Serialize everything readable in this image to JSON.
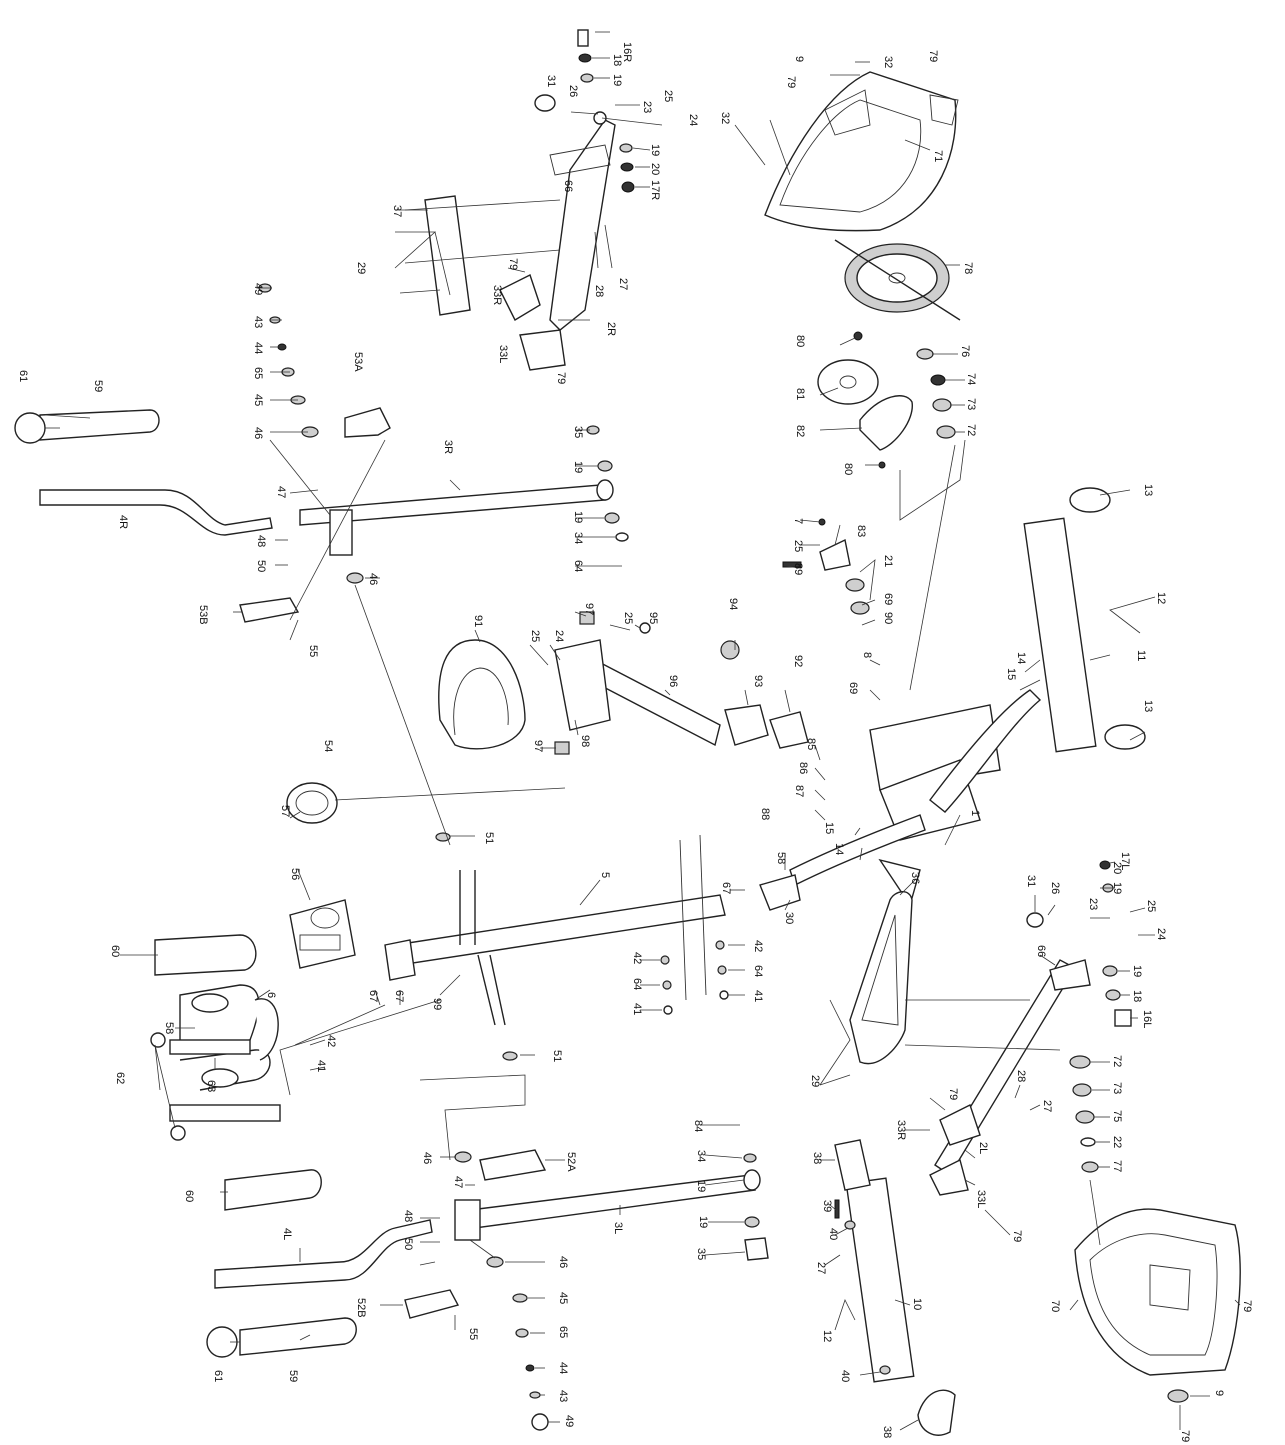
{
  "labels": [
    {
      "id": "l-16R",
      "text": "16R"
    },
    {
      "id": "l-18",
      "text": "18"
    },
    {
      "id": "l-19a",
      "text": "19"
    },
    {
      "id": "l-31a",
      "text": "31"
    },
    {
      "id": "l-26a",
      "text": "26"
    },
    {
      "id": "l-25a",
      "text": "25"
    },
    {
      "id": "l-24a",
      "text": "24"
    },
    {
      "id": "l-23a",
      "text": "23"
    },
    {
      "id": "l-19b",
      "text": "19"
    },
    {
      "id": "l-20a",
      "text": "20"
    },
    {
      "id": "l-17R",
      "text": "17R"
    },
    {
      "id": "l-66a",
      "text": "66"
    },
    {
      "id": "l-37",
      "text": "37"
    },
    {
      "id": "l-29a",
      "text": "29"
    },
    {
      "id": "l-79a",
      "text": "79"
    },
    {
      "id": "l-33Ra",
      "text": "33R"
    },
    {
      "id": "l-28a",
      "text": "28"
    },
    {
      "id": "l-27a",
      "text": "27"
    },
    {
      "id": "l-2R",
      "text": "2R"
    },
    {
      "id": "l-33La",
      "text": "33L"
    },
    {
      "id": "l-79b",
      "text": "79"
    },
    {
      "id": "l-9a",
      "text": "9"
    },
    {
      "id": "l-32a",
      "text": "32"
    },
    {
      "id": "l-79c",
      "text": "79"
    },
    {
      "id": "l-79d",
      "text": "79"
    },
    {
      "id": "l-32b",
      "text": "32"
    },
    {
      "id": "l-71",
      "text": "71"
    },
    {
      "id": "l-78",
      "text": "78"
    },
    {
      "id": "l-80a",
      "text": "80"
    },
    {
      "id": "l-81",
      "text": "81"
    },
    {
      "id": "l-82",
      "text": "82"
    },
    {
      "id": "l-80b",
      "text": "80"
    },
    {
      "id": "l-76",
      "text": "76"
    },
    {
      "id": "l-74",
      "text": "74"
    },
    {
      "id": "l-73a",
      "text": "73"
    },
    {
      "id": "l-72a",
      "text": "72"
    },
    {
      "id": "l-49a",
      "text": "49"
    },
    {
      "id": "l-43a",
      "text": "43"
    },
    {
      "id": "l-44a",
      "text": "44"
    },
    {
      "id": "l-65a",
      "text": "65"
    },
    {
      "id": "l-45a",
      "text": "45"
    },
    {
      "id": "l-46a",
      "text": "46"
    },
    {
      "id": "l-53A",
      "text": "53A"
    },
    {
      "id": "l-61a",
      "text": "61"
    },
    {
      "id": "l-59a",
      "text": "59"
    },
    {
      "id": "l-4R",
      "text": "4R"
    },
    {
      "id": "l-47a",
      "text": "47"
    },
    {
      "id": "l-3R",
      "text": "3R"
    },
    {
      "id": "l-35a",
      "text": "35"
    },
    {
      "id": "l-19c",
      "text": "19"
    },
    {
      "id": "l-19d",
      "text": "19"
    },
    {
      "id": "l-34a",
      "text": "34"
    },
    {
      "id": "l-64a",
      "text": "64"
    },
    {
      "id": "l-48a",
      "text": "48"
    },
    {
      "id": "l-50a",
      "text": "50"
    },
    {
      "id": "l-46b",
      "text": "46"
    },
    {
      "id": "l-53B",
      "text": "53B"
    },
    {
      "id": "l-55a",
      "text": "55"
    },
    {
      "id": "l-91",
      "text": "91"
    },
    {
      "id": "l-97a",
      "text": "97"
    },
    {
      "id": "l-25b",
      "text": "25"
    },
    {
      "id": "l-24b",
      "text": "24"
    },
    {
      "id": "l-25c",
      "text": "25"
    },
    {
      "id": "l-95",
      "text": "95"
    },
    {
      "id": "l-96",
      "text": "96"
    },
    {
      "id": "l-94",
      "text": "94"
    },
    {
      "id": "l-93",
      "text": "93"
    },
    {
      "id": "l-92",
      "text": "92"
    },
    {
      "id": "l-97b",
      "text": "97"
    },
    {
      "id": "l-98",
      "text": "98"
    },
    {
      "id": "l-7",
      "text": "7"
    },
    {
      "id": "l-25d",
      "text": "25"
    },
    {
      "id": "l-83",
      "text": "83"
    },
    {
      "id": "l-89",
      "text": "89"
    },
    {
      "id": "l-21",
      "text": "21"
    },
    {
      "id": "l-69a",
      "text": "69"
    },
    {
      "id": "l-90",
      "text": "90"
    },
    {
      "id": "l-13a",
      "text": "13"
    },
    {
      "id": "l-12a",
      "text": "12"
    },
    {
      "id": "l-14a",
      "text": "14"
    },
    {
      "id": "l-15a",
      "text": "15"
    },
    {
      "id": "l-11",
      "text": "11"
    },
    {
      "id": "l-13b",
      "text": "13"
    },
    {
      "id": "l-8",
      "text": "8"
    },
    {
      "id": "l-69b",
      "text": "69"
    },
    {
      "id": "l-85",
      "text": "85"
    },
    {
      "id": "l-86",
      "text": "86"
    },
    {
      "id": "l-87",
      "text": "87"
    },
    {
      "id": "l-88",
      "text": "88"
    },
    {
      "id": "l-54",
      "text": "54"
    },
    {
      "id": "l-57a",
      "text": "57"
    },
    {
      "id": "l-51a",
      "text": "51"
    },
    {
      "id": "l-15b",
      "text": "15"
    },
    {
      "id": "l-14b",
      "text": "14"
    },
    {
      "id": "l-1",
      "text": "1"
    },
    {
      "id": "l-58a",
      "text": "58"
    },
    {
      "id": "l-30",
      "text": "30"
    },
    {
      "id": "l-67a",
      "text": "67"
    },
    {
      "id": "l-5",
      "text": "5"
    },
    {
      "id": "l-42a",
      "text": "42"
    },
    {
      "id": "l-42b",
      "text": "42"
    },
    {
      "id": "l-64b",
      "text": "64"
    },
    {
      "id": "l-64c",
      "text": "64"
    },
    {
      "id": "l-41a",
      "text": "41"
    },
    {
      "id": "l-41b",
      "text": "41"
    },
    {
      "id": "l-56",
      "text": "56"
    },
    {
      "id": "l-60a",
      "text": "60"
    },
    {
      "id": "l-6",
      "text": "6"
    },
    {
      "id": "l-58b",
      "text": "58"
    },
    {
      "id": "l-67b",
      "text": "67"
    },
    {
      "id": "l-67c",
      "text": "67"
    },
    {
      "id": "l-99",
      "text": "99"
    },
    {
      "id": "l-62",
      "text": "62"
    },
    {
      "id": "l-63",
      "text": "63"
    },
    {
      "id": "l-42c",
      "text": "42"
    },
    {
      "id": "l-41c",
      "text": "41"
    },
    {
      "id": "l-51b",
      "text": "51"
    },
    {
      "id": "l-31b",
      "text": "31"
    },
    {
      "id": "l-26b",
      "text": "26"
    },
    {
      "id": "l-17L",
      "text": "17L"
    },
    {
      "id": "l-20b",
      "text": "20"
    },
    {
      "id": "l-19e",
      "text": "19"
    },
    {
      "id": "l-23b",
      "text": "23"
    },
    {
      "id": "l-25e",
      "text": "25"
    },
    {
      "id": "l-24c",
      "text": "24"
    },
    {
      "id": "l-66b",
      "text": "66"
    },
    {
      "id": "l-19f",
      "text": "19"
    },
    {
      "id": "l-18b",
      "text": "18"
    },
    {
      "id": "l-16L",
      "text": "16L"
    },
    {
      "id": "l-36",
      "text": "36"
    },
    {
      "id": "l-29b",
      "text": "29"
    },
    {
      "id": "l-72b",
      "text": "72"
    },
    {
      "id": "l-73b",
      "text": "73"
    },
    {
      "id": "l-75",
      "text": "75"
    },
    {
      "id": "l-22",
      "text": "22"
    },
    {
      "id": "l-77",
      "text": "77"
    },
    {
      "id": "l-79e",
      "text": "79"
    },
    {
      "id": "l-28b",
      "text": "28"
    },
    {
      "id": "l-27b",
      "text": "27"
    },
    {
      "id": "l-33Rb",
      "text": "33R"
    },
    {
      "id": "l-2L",
      "text": "2L"
    },
    {
      "id": "l-33Lb",
      "text": "33L"
    },
    {
      "id": "l-79f",
      "text": "79"
    },
    {
      "id": "l-84",
      "text": "84"
    },
    {
      "id": "l-34b",
      "text": "34"
    },
    {
      "id": "l-19g",
      "text": "19"
    },
    {
      "id": "l-19h",
      "text": "19"
    },
    {
      "id": "l-35b",
      "text": "35"
    },
    {
      "id": "l-3L",
      "text": "3L"
    },
    {
      "id": "l-46c",
      "text": "46"
    },
    {
      "id": "l-52A",
      "text": "52A"
    },
    {
      "id": "l-60b",
      "text": "60"
    },
    {
      "id": "l-47b",
      "text": "47"
    },
    {
      "id": "l-4L",
      "text": "4L"
    },
    {
      "id": "l-48b",
      "text": "48"
    },
    {
      "id": "l-50b",
      "text": "50"
    },
    {
      "id": "l-52B",
      "text": "52B"
    },
    {
      "id": "l-55b",
      "text": "55"
    },
    {
      "id": "l-46d",
      "text": "46"
    },
    {
      "id": "l-45b",
      "text": "45"
    },
    {
      "id": "l-65b",
      "text": "65"
    },
    {
      "id": "l-44b",
      "text": "44"
    },
    {
      "id": "l-43b",
      "text": "43"
    },
    {
      "id": "l-49b",
      "text": "49"
    },
    {
      "id": "l-61b",
      "text": "61"
    },
    {
      "id": "l-59b",
      "text": "59"
    },
    {
      "id": "l-38a",
      "text": "38"
    },
    {
      "id": "l-39",
      "text": "39"
    },
    {
      "id": "l-40a",
      "text": "40"
    },
    {
      "id": "l-27c",
      "text": "27"
    },
    {
      "id": "l-12b",
      "text": "12"
    },
    {
      "id": "l-10",
      "text": "10"
    },
    {
      "id": "l-40b",
      "text": "40"
    },
    {
      "id": "l-38b",
      "text": "38"
    },
    {
      "id": "l-70",
      "text": "70"
    },
    {
      "id": "l-79g",
      "text": "79"
    },
    {
      "id": "l-9b",
      "text": "9"
    },
    {
      "id": "l-79h",
      "text": "79"
    }
  ]
}
